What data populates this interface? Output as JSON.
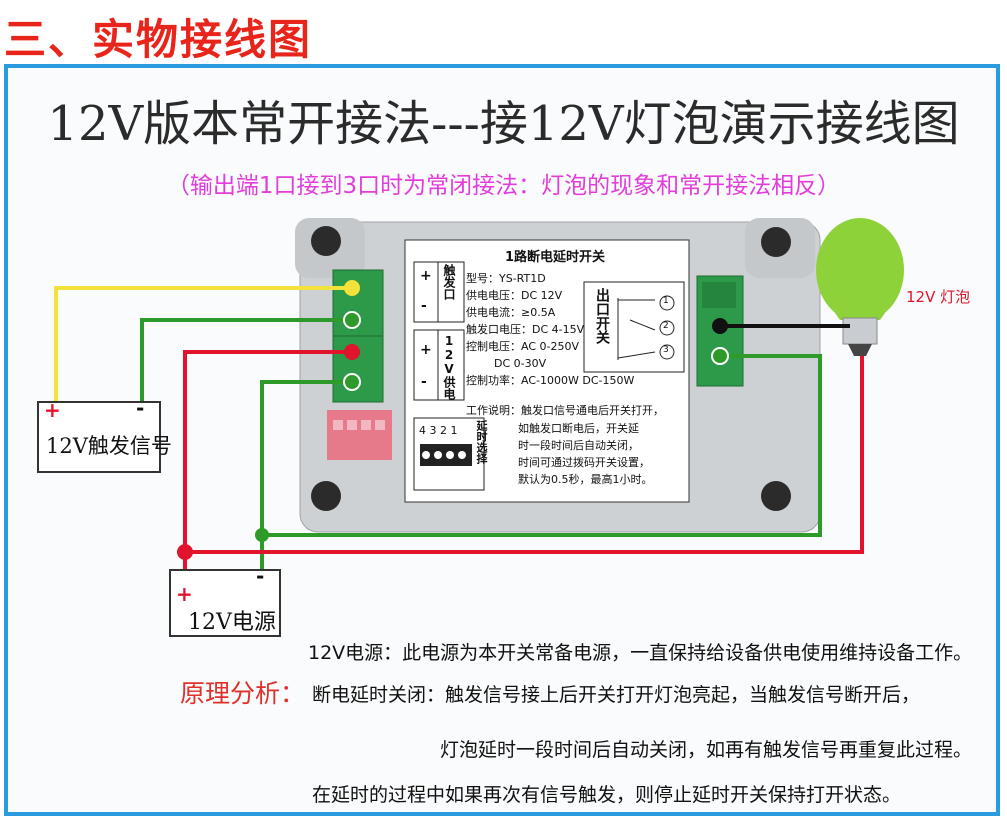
{
  "heading": "三、实物接线图",
  "title": "12V版本常开接法---接12V灯泡演示接线图",
  "subtitle": "（输出端1口接到3口时为常闭接法：灯泡的现象和常开接法相反）",
  "module": {
    "name": "1路断电延时开关",
    "specs": [
      "型号：YS-RT1D",
      "供电电压：DC 12V",
      "供电电流：≥0.5A",
      "触发口电压：DC 4-15V",
      "控制电压：AC 0-250V",
      "DC 0-30V",
      "控制功率：AC-1000W  DC-150W"
    ],
    "work_title": "工作说明：触发口信号通电后开关打开，",
    "work_lines": [
      "如触发口断电后，开关延",
      "时一段时间后自动关闭，",
      "时间可通过拨码开关设置，",
      "默认为0.5秒，最高1小时。"
    ],
    "trigger_port": "触发口",
    "power_port": "12V供电",
    "output_port": "出口开关",
    "dip_label": "延时选择",
    "dip_numbers": [
      "4",
      "3",
      "2",
      "1"
    ],
    "plus": "+",
    "minus": "-",
    "out_numbers": [
      "1",
      "2",
      "3"
    ]
  },
  "signal_box": {
    "plus": "+",
    "minus": "-",
    "label": "12V触发信号"
  },
  "power_box": {
    "plus": "+",
    "minus": "-",
    "label": "12V电源"
  },
  "bulb_label": "12V 灯泡",
  "analysis_label": "原理分析：",
  "notes": [
    "12V电源：此电源为本开关常备电源，一直保持给设备供电使用维持设备工作。",
    "断电延时关闭：触发信号接上后开关打开灯泡亮起，当触发信号断开后，",
    "灯泡延时一段时间后自动关闭，如再有触发信号再重复此过程。",
    "在延时的过程中如果再次有信号触发，则停止延时开关保持打开状态。"
  ],
  "colors": {
    "heading": "#e8241b",
    "frame": "#2a9be0",
    "subtitle": "#e23ddb",
    "wire_yellow": "#f2e23a",
    "wire_green": "#2e9a2a",
    "wire_red": "#e0142a",
    "wire_black": "#111111",
    "bulb": "#8ed23a"
  }
}
